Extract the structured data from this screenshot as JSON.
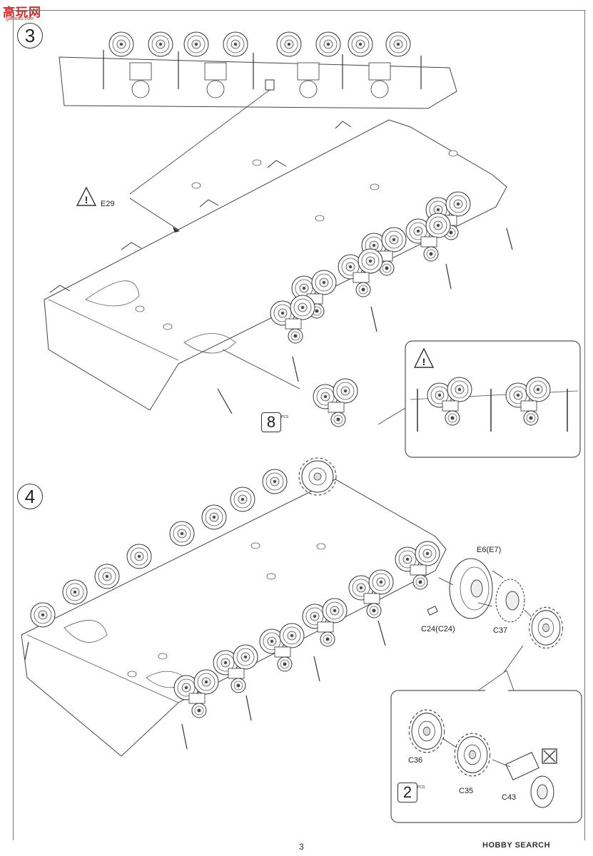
{
  "watermark_top": {
    "title": "高玩网",
    "url": "gaowan.com"
  },
  "watermark_bottom": "HOBBY SEARCH",
  "page_number": "3",
  "steps": [
    {
      "number": "3",
      "labels": {
        "part": "E29",
        "qty": "8",
        "qty_unit": "PCS"
      }
    },
    {
      "number": "4",
      "labels": {
        "e6": "E6(E7)",
        "c24": "C24(C24)",
        "c37": "C37",
        "c36": "C36",
        "c35": "C35",
        "c43": "C43",
        "qty": "2",
        "qty_unit": "PCS"
      }
    }
  ],
  "icons": [
    "warning-icon",
    "no-glue-icon"
  ]
}
